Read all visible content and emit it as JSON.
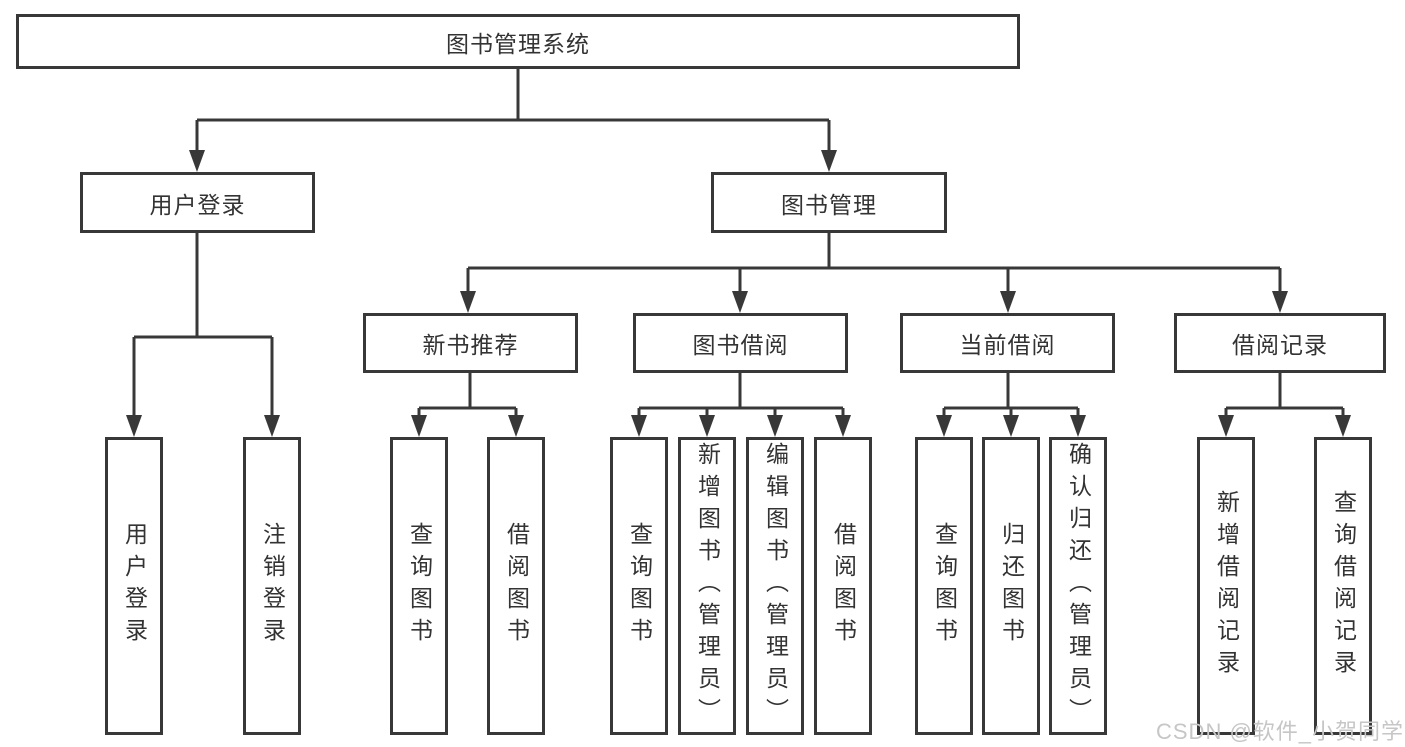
{
  "colors": {
    "line": "#383838",
    "text": "#333333",
    "watermark": "#c6c6c6",
    "background": "#ffffff"
  },
  "tree": {
    "root": "图书管理系统",
    "branches": [
      {
        "label": "用户登录",
        "leaves": [
          "用户登录",
          "注销登录"
        ]
      },
      {
        "label": "图书管理",
        "groups": [
          {
            "label": "新书推荐",
            "leaves": [
              "查询图书",
              "借阅图书"
            ]
          },
          {
            "label": "图书借阅",
            "leaves": [
              "查询图书",
              "新增图书（管理员）",
              "编辑图书（管理员）",
              "借阅图书"
            ]
          },
          {
            "label": "当前借阅",
            "leaves": [
              "查询图书",
              "归还图书",
              "确认归还（管理员）"
            ]
          },
          {
            "label": "借阅记录",
            "leaves": [
              "新增借阅记录",
              "查询借阅记录"
            ]
          }
        ]
      }
    ]
  },
  "watermark": "CSDN @软件_小贺同学"
}
